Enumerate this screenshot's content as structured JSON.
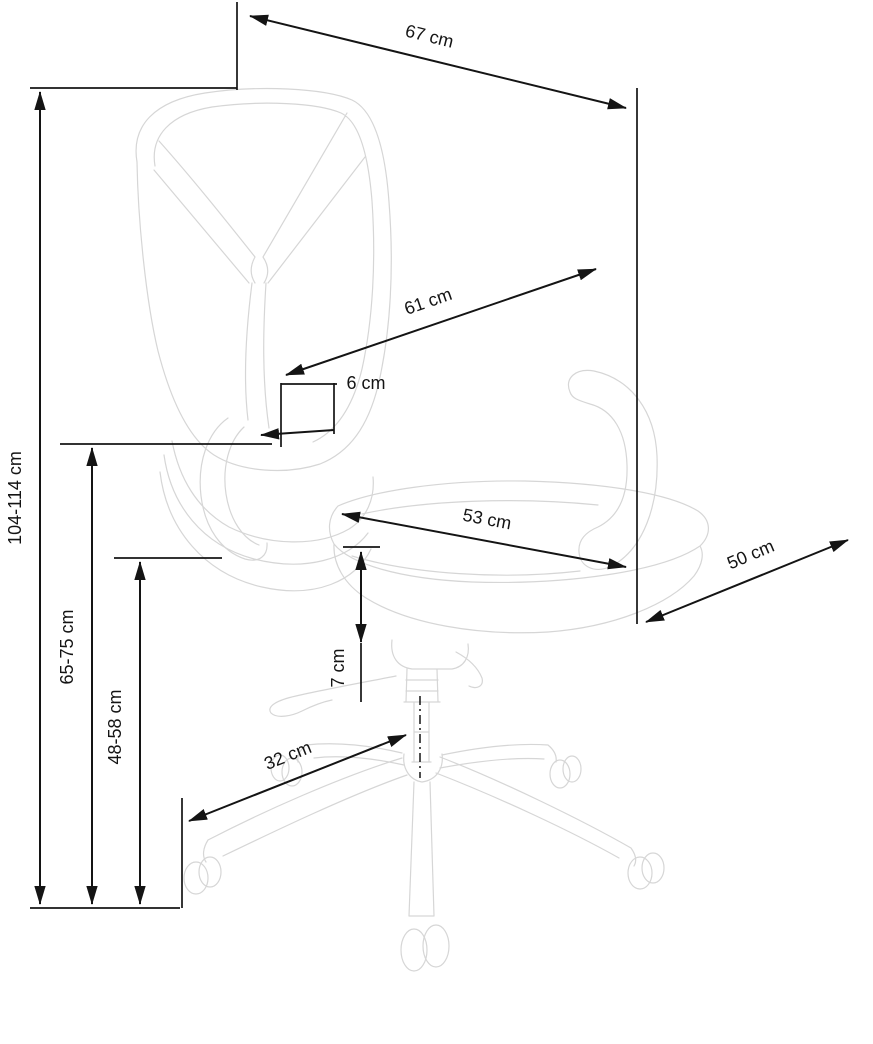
{
  "diagram": {
    "type": "product-dimension-drawing",
    "subject": "office swivel chair sketch with measurements",
    "background": "#ffffff",
    "sketch_color": "#d6d6d6",
    "dimension_color": "#141414",
    "labels": {
      "total_width": "67 cm",
      "backrest_width": "61 cm",
      "armrest_gap": "6 cm",
      "total_height": "104-114 cm",
      "armrest_height": "65-75 cm",
      "seat_height": "48-58 cm",
      "seat_width": "53 cm",
      "seat_depth": "50 cm",
      "cushion_thickness": "7 cm",
      "base_arm_length": "32 cm"
    }
  }
}
